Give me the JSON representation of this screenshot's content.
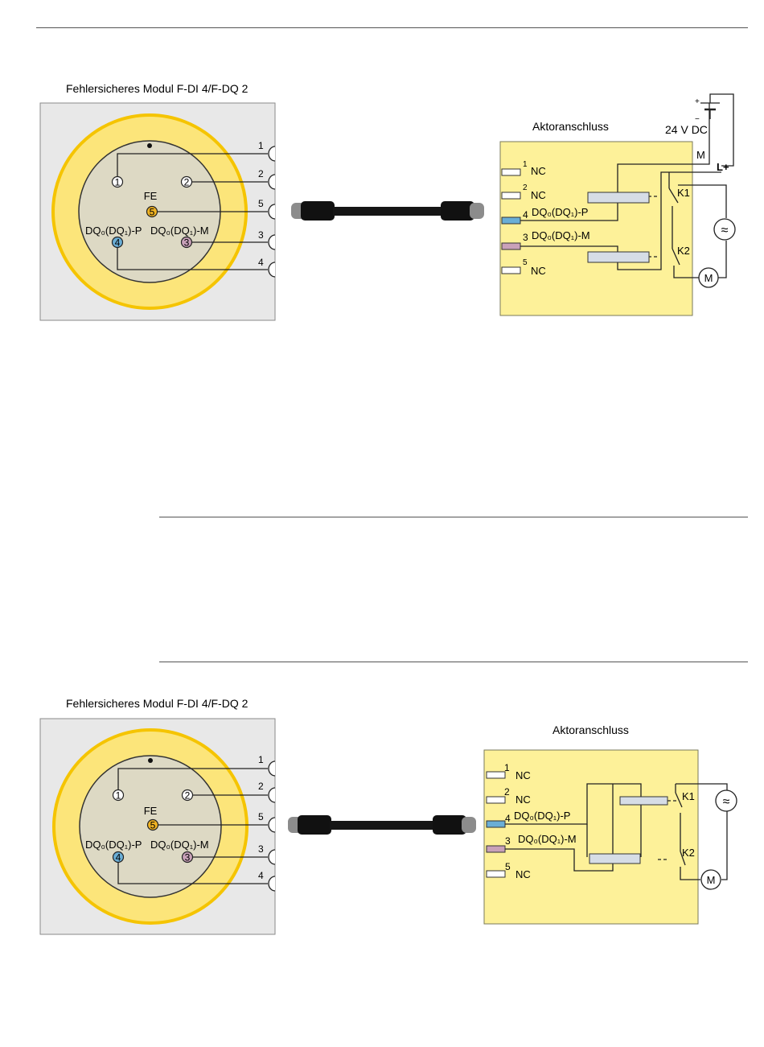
{
  "colors": {
    "module_panel": "#e8e8e8",
    "yellow_ring": "#fce57a",
    "yellow_ring_edge": "#f5c400",
    "inner_disc": "#ddd9c4",
    "actuator_panel": "#fdf199",
    "pin_fe": "#f0b323",
    "pin_p": "#6aaed6",
    "pin_m": "#c9a1b9",
    "relay_coil": "#d6dde6"
  },
  "figure1": {
    "module_title": "Fehlersicheres Modul F-DI 4/F-DQ 2",
    "connector": {
      "fe_label": "FE",
      "pins": [
        "1",
        "2",
        "5",
        "4",
        "3"
      ],
      "p_label": "DQ₀(DQ₁)-P",
      "m_label": "DQ₀(DQ₁)-M",
      "side_pins": [
        "1",
        "2",
        "5",
        "3",
        "4"
      ]
    },
    "actuator": {
      "title": "Aktoranschluss",
      "supply": "24 V DC",
      "plus": "+",
      "minus": "−",
      "m": "M",
      "lplus": "L+",
      "rows": [
        {
          "num": "1",
          "label": "NC"
        },
        {
          "num": "2",
          "label": "NC"
        },
        {
          "num": "4",
          "label": "DQ₀(DQ₁)-P"
        },
        {
          "num": "3",
          "label": "DQ₀(DQ₁)-M"
        },
        {
          "num": "5",
          "label": "NC"
        }
      ],
      "k1": "K1",
      "k2": "K2",
      "motor": "M",
      "ac": "≈"
    }
  },
  "figure2": {
    "module_title": "Fehlersicheres Modul F-DI 4/F-DQ 2",
    "connector": {
      "fe_label": "FE",
      "pins": [
        "1",
        "2",
        "5",
        "4",
        "3"
      ],
      "p_label": "DQ₀(DQ₁)-P",
      "m_label": "DQ₀(DQ₁)-M",
      "side_pins": [
        "1",
        "2",
        "5",
        "3",
        "4"
      ]
    },
    "actuator": {
      "title": "Aktoranschluss",
      "rows": [
        {
          "num": "1",
          "label": "NC"
        },
        {
          "num": "2",
          "label": "NC"
        },
        {
          "num": "4",
          "label": "DQ₀(DQ₁)-P"
        },
        {
          "num": "3",
          "label": "DQ₀(DQ₁)-M"
        },
        {
          "num": "5",
          "label": "NC"
        }
      ],
      "k1": "K1",
      "k2": "K2",
      "motor": "M",
      "ac": "≈"
    }
  }
}
